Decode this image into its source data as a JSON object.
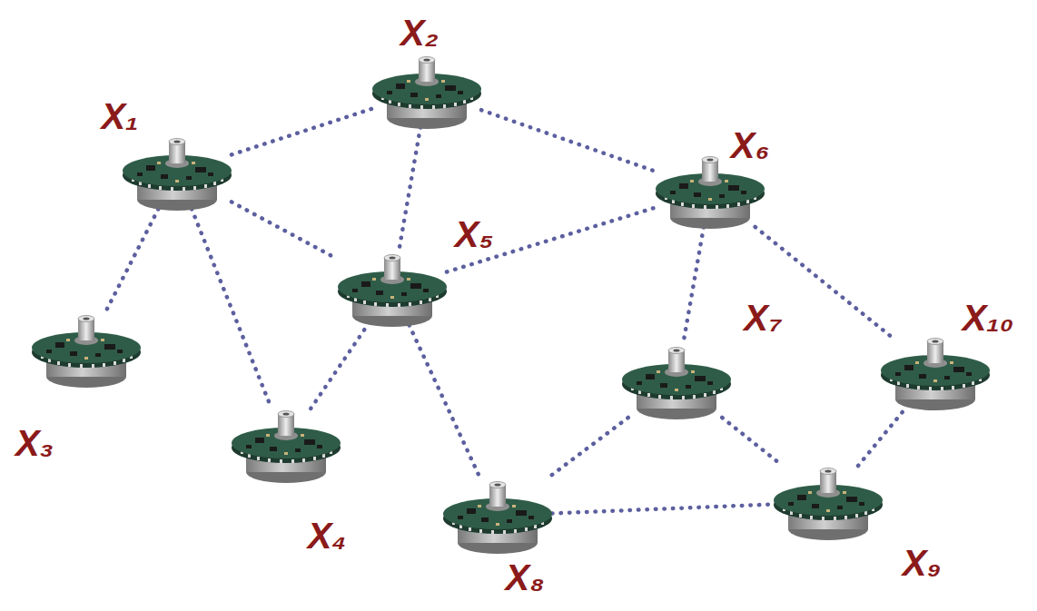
{
  "diagram": {
    "nodes": [
      {
        "text": [
          "X₁"
        ]
      },
      {
        "text": [
          "X₂"
        ]
      },
      {
        "text": [
          "X₃"
        ]
      },
      {
        "text": [
          "X₄"
        ]
      },
      {
        "text": [
          "X₅"
        ]
      },
      {
        "text": [
          "X₆"
        ]
      },
      {
        "text": [
          "X₇"
        ]
      },
      {
        "text": [
          "X₈"
        ]
      },
      {
        "text": [
          "X₉"
        ]
      },
      {
        "text": [
          "X₁₀"
        ]
      }
    ],
    "edges": [
      {
        "from": 0,
        "to": 1,
        "arrow": "none"
      },
      {
        "from": 0,
        "to": 4,
        "arrow": "none"
      },
      {
        "from": 0,
        "to": 2,
        "arrow": "none"
      },
      {
        "from": 0,
        "to": 3,
        "arrow": "none"
      },
      {
        "from": 1,
        "to": 4,
        "arrow": "none"
      },
      {
        "from": 1,
        "to": 5,
        "arrow": "none"
      },
      {
        "from": 3,
        "to": 4,
        "arrow": "none"
      },
      {
        "from": 4,
        "to": 5,
        "arrow": "none"
      },
      {
        "from": 4,
        "to": 7,
        "arrow": "none"
      },
      {
        "from": 5,
        "to": 6,
        "arrow": "none"
      },
      {
        "from": 5,
        "to": 9,
        "arrow": "none"
      },
      {
        "from": 6,
        "to": 7,
        "arrow": "none"
      },
      {
        "from": 6,
        "to": 8,
        "arrow": "none"
      },
      {
        "from": 7,
        "to": 8,
        "arrow": "none"
      },
      {
        "from": 8,
        "to": 9,
        "arrow": "none"
      }
    ]
  }
}
